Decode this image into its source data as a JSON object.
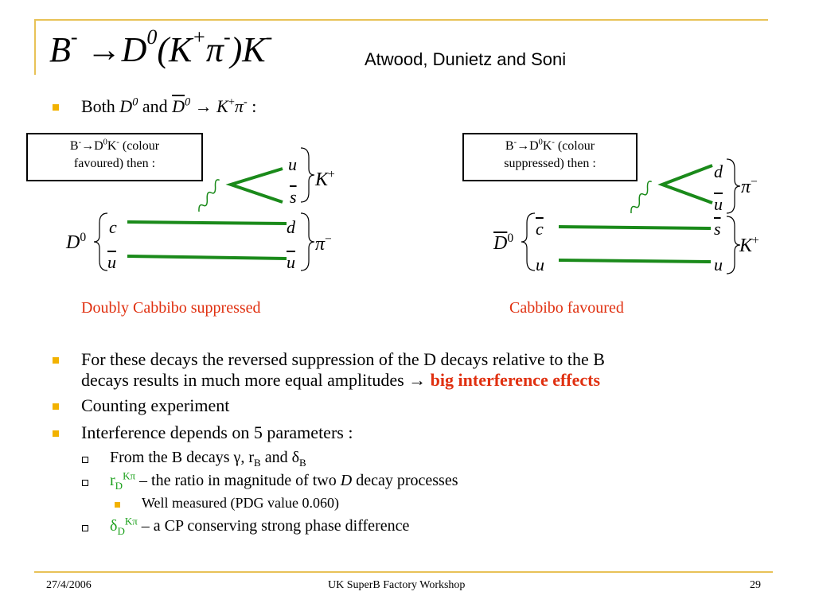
{
  "header": {
    "authors": "Atwood, Dunietz and Soni",
    "title_B": "B",
    "title_sup_minus": "-",
    "title_arrow": "→",
    "title_D": "D",
    "title_sup_zero": "0",
    "title_open": "(",
    "title_K": "K",
    "title_sup_plus": "+",
    "title_pi": "π",
    "title_close": ")",
    "title_K2": "K",
    "title_sup_minus2": "-"
  },
  "intro": {
    "both": "Both",
    "D": "D",
    "zero": "0",
    "and": "and",
    "Dbar": "D",
    "zero2": "0",
    "arrow": "→",
    "K": "K",
    "plus": "+",
    "pi": "π",
    "pi_sup": "-",
    "colon": ":"
  },
  "box_left": {
    "line1_a": "B",
    "line1_sup1": "-",
    "line1_b": "→D",
    "line1_sup2": "0",
    "line1_c": "K",
    "line1_sup3": "-",
    "line1_d": " (colour",
    "line2": "favoured) then :"
  },
  "box_right": {
    "line1_a": "B",
    "line1_sup1": "-",
    "line1_b": "→D",
    "line1_sup2": "0",
    "line1_c": "K",
    "line1_sup3": "-",
    "line1_d": " (colour",
    "line2": "suppressed) then :"
  },
  "diagram_left": {
    "D": "D",
    "D_sup": "0",
    "c": "c",
    "ubar": "u",
    "u": "u",
    "sbar": "s",
    "d": "d",
    "ubar2": "u",
    "K": "K",
    "K_sup": "+",
    "pi": "π",
    "pi_sup": "−",
    "caption": "Doubly Cabbibo suppressed"
  },
  "diagram_right": {
    "Dbar": "D",
    "D_sup": "0",
    "cbar": "c",
    "u": "u",
    "d": "d",
    "ubar": "u",
    "sbar": "s",
    "u2": "u",
    "pi": "π",
    "pi_sup": "−",
    "K": "K",
    "K_sup": "+",
    "caption": "Cabbibo favoured"
  },
  "bullets": {
    "b1_line1": "For these decays the reversed suppression of the D decays relative to the B",
    "b1_line2": "decays results in much more equal amplitudes →",
    "b1_emph": "big interference effects",
    "b2": "Counting experiment",
    "b3": "Interference depends on 5 parameters :",
    "s1_a": "From the B decays γ, r",
    "s1_sub1": "B",
    "s1_b": " and δ",
    "s1_sub2": "B",
    "s2_r": "r",
    "s2_sub": "D",
    "s2_sup": "Kπ",
    "s2_text_a": " – the ratio in magnitude of two ",
    "s2_D": "D",
    "s2_text_b": " decay processes",
    "ss1": "Well measured (PDG value 0.060)",
    "s3_d": "δ",
    "s3_sub": "D",
    "s3_sup": "Kπ",
    "s3_text": " – a CP conserving strong phase difference"
  },
  "footer": {
    "date": "27/4/2006",
    "event": "UK SuperB Factory Workshop",
    "page": "29"
  },
  "colors": {
    "accent_line": "#e8c257",
    "bullet": "#f2b200",
    "quark_line": "#1a8a1a",
    "emphasis": "#e03010",
    "green_text": "#1aa01a"
  }
}
